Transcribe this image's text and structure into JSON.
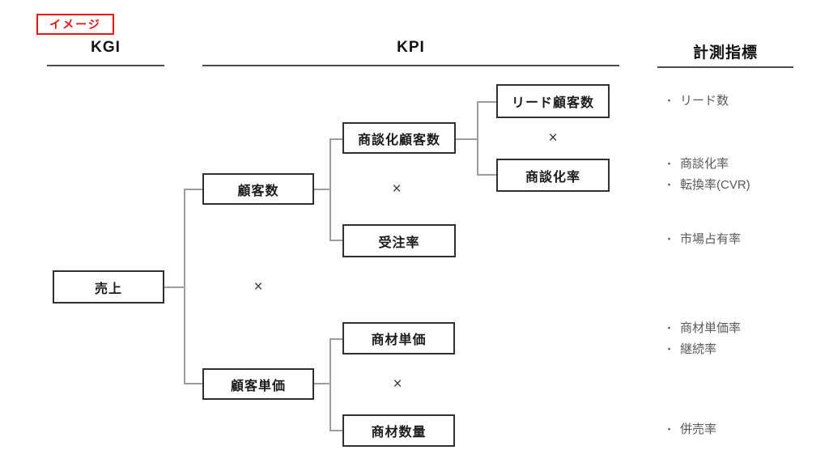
{
  "tag_label": "イメージ",
  "headers": {
    "kgi": "KGI",
    "kpi": "KPI",
    "metrics": "計測指標"
  },
  "multiply": "×",
  "nodes": {
    "sales": "売上",
    "customers": "顧客数",
    "customer_unit_price": "顧客単価",
    "negotiation_customers": "商談化顧客数",
    "order_rate": "受注率",
    "lead_customers": "リード顧客数",
    "negotiation_rate": "商談化率",
    "product_unit_price": "商材単価",
    "product_quantity": "商材数量"
  },
  "indicators": {
    "bullet": "・",
    "items": [
      "リード数",
      "商談化率",
      "転換率(CVR)",
      "市場占有率",
      "商材単価率",
      "継続率",
      "併売率"
    ]
  },
  "colors": {
    "accent_red": "#ee1111",
    "box_border": "#2f2f2f",
    "connector_gray": "#9d9d9d",
    "muted_text": "#595959"
  }
}
